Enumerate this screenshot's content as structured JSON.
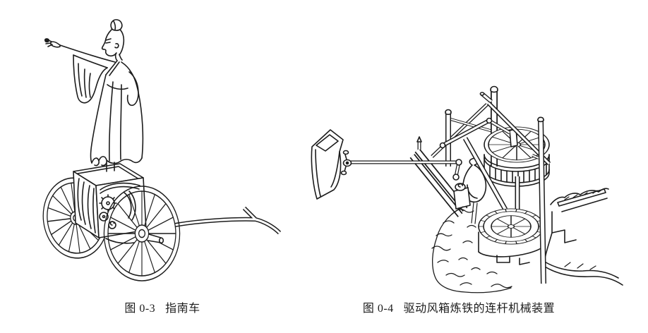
{
  "page": {
    "background_color": "#ffffff",
    "ink_color": "#1c1c1c"
  },
  "figures": [
    {
      "label": "图 0-3",
      "title": "指南车"
    },
    {
      "label": "图 0-4",
      "title": "驱动风箱炼铁的连杆机械装置"
    }
  ]
}
